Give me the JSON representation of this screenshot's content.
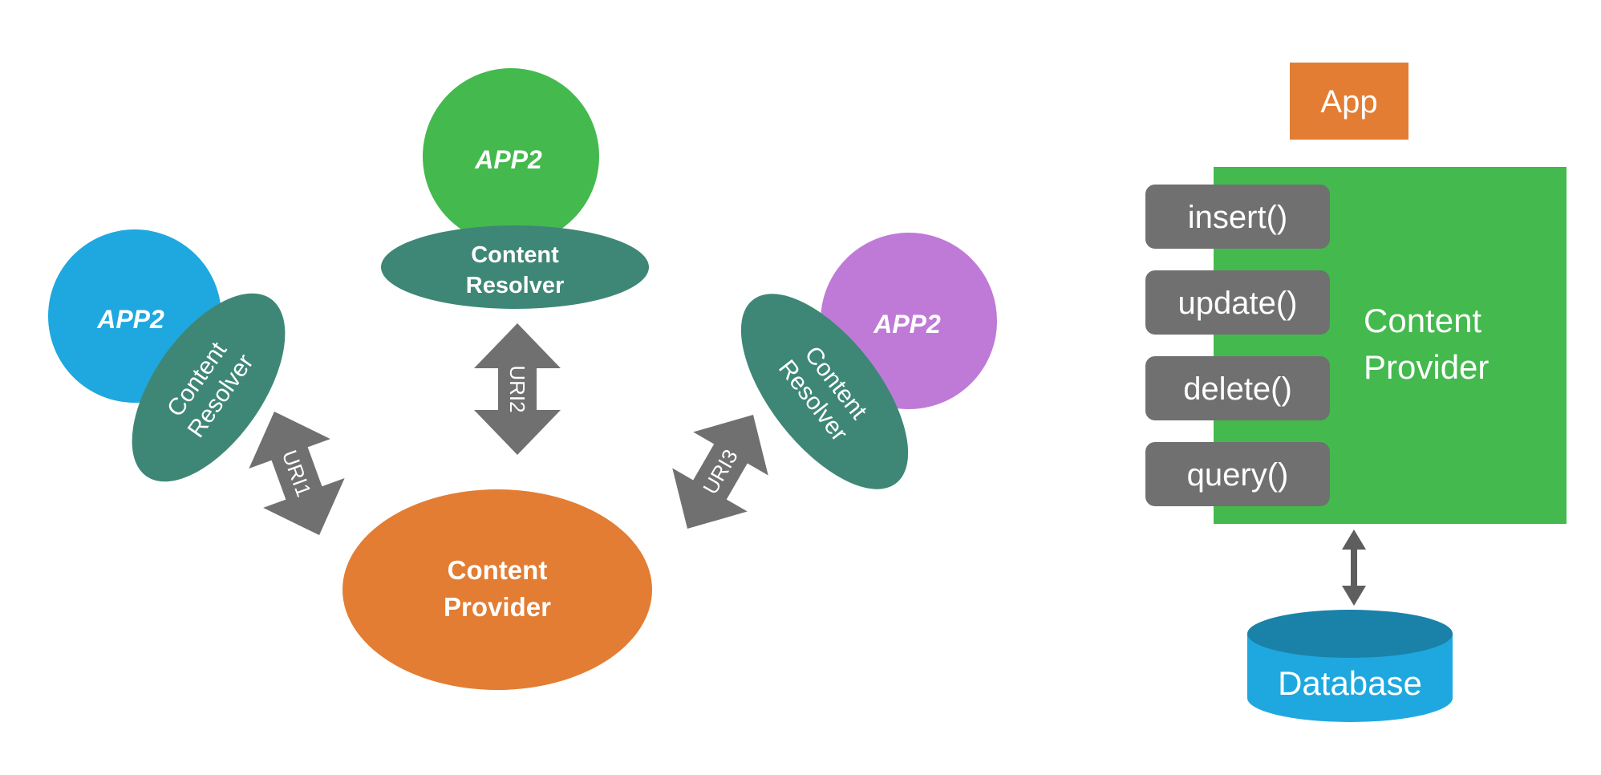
{
  "colors": {
    "blue": "#1fa8df",
    "green": "#44b94e",
    "purple": "#bf7ad8",
    "teal": "#3e8776",
    "orange": "#e27d33",
    "gray": "#707070",
    "dark_gray": "#5e5e5e",
    "db_top": "#1a82a8",
    "white": "#ffffff"
  },
  "left_diagram": {
    "apps": [
      {
        "label": "APP2",
        "color": "#1fa8df"
      },
      {
        "label": "APP2",
        "color": "#44b94e"
      },
      {
        "label": "APP2",
        "color": "#bf7ad8"
      }
    ],
    "resolvers": [
      {
        "line1": "Content",
        "line2": "Resolver"
      },
      {
        "line1": "Content",
        "line2": "Resolver"
      },
      {
        "line1": "Content",
        "line2": "Resolver"
      }
    ],
    "uris": [
      "URI1",
      "URI2",
      "URI3"
    ],
    "provider": {
      "line1": "Content",
      "line2": "Provider"
    }
  },
  "right_diagram": {
    "app_label": "App",
    "methods": [
      "insert()",
      "update()",
      "delete()",
      "query()"
    ],
    "provider": {
      "line1": "Content",
      "line2": "Provider"
    },
    "database_label": "Database"
  }
}
